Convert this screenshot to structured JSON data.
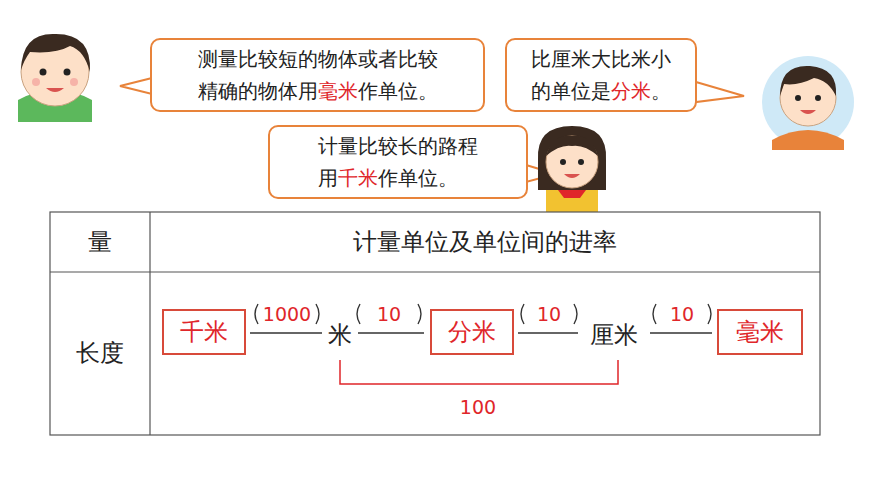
{
  "diagram": {
    "nodes": [
      {
        "text": [
          "测量比较短的物体或者比较精确的物体用",
          "毫米",
          "作单位。"
        ]
      },
      {
        "text": [
          "比厘米大比米小的单位是",
          "分米",
          "。"
        ]
      },
      {
        "text": [
          "计量比较长的路程用",
          "千米",
          "作单位。"
        ]
      },
      {
        "text": [
          "千米"
        ]
      },
      {
        "text": [
          "分米"
        ]
      },
      {
        "text": [
          "毫米"
        ]
      }
    ],
    "labels": [
      "量",
      "计量单位及单位间的进率",
      "长度",
      "1000",
      "米",
      "10",
      "10",
      "厘米",
      "10",
      "100"
    ]
  }
}
